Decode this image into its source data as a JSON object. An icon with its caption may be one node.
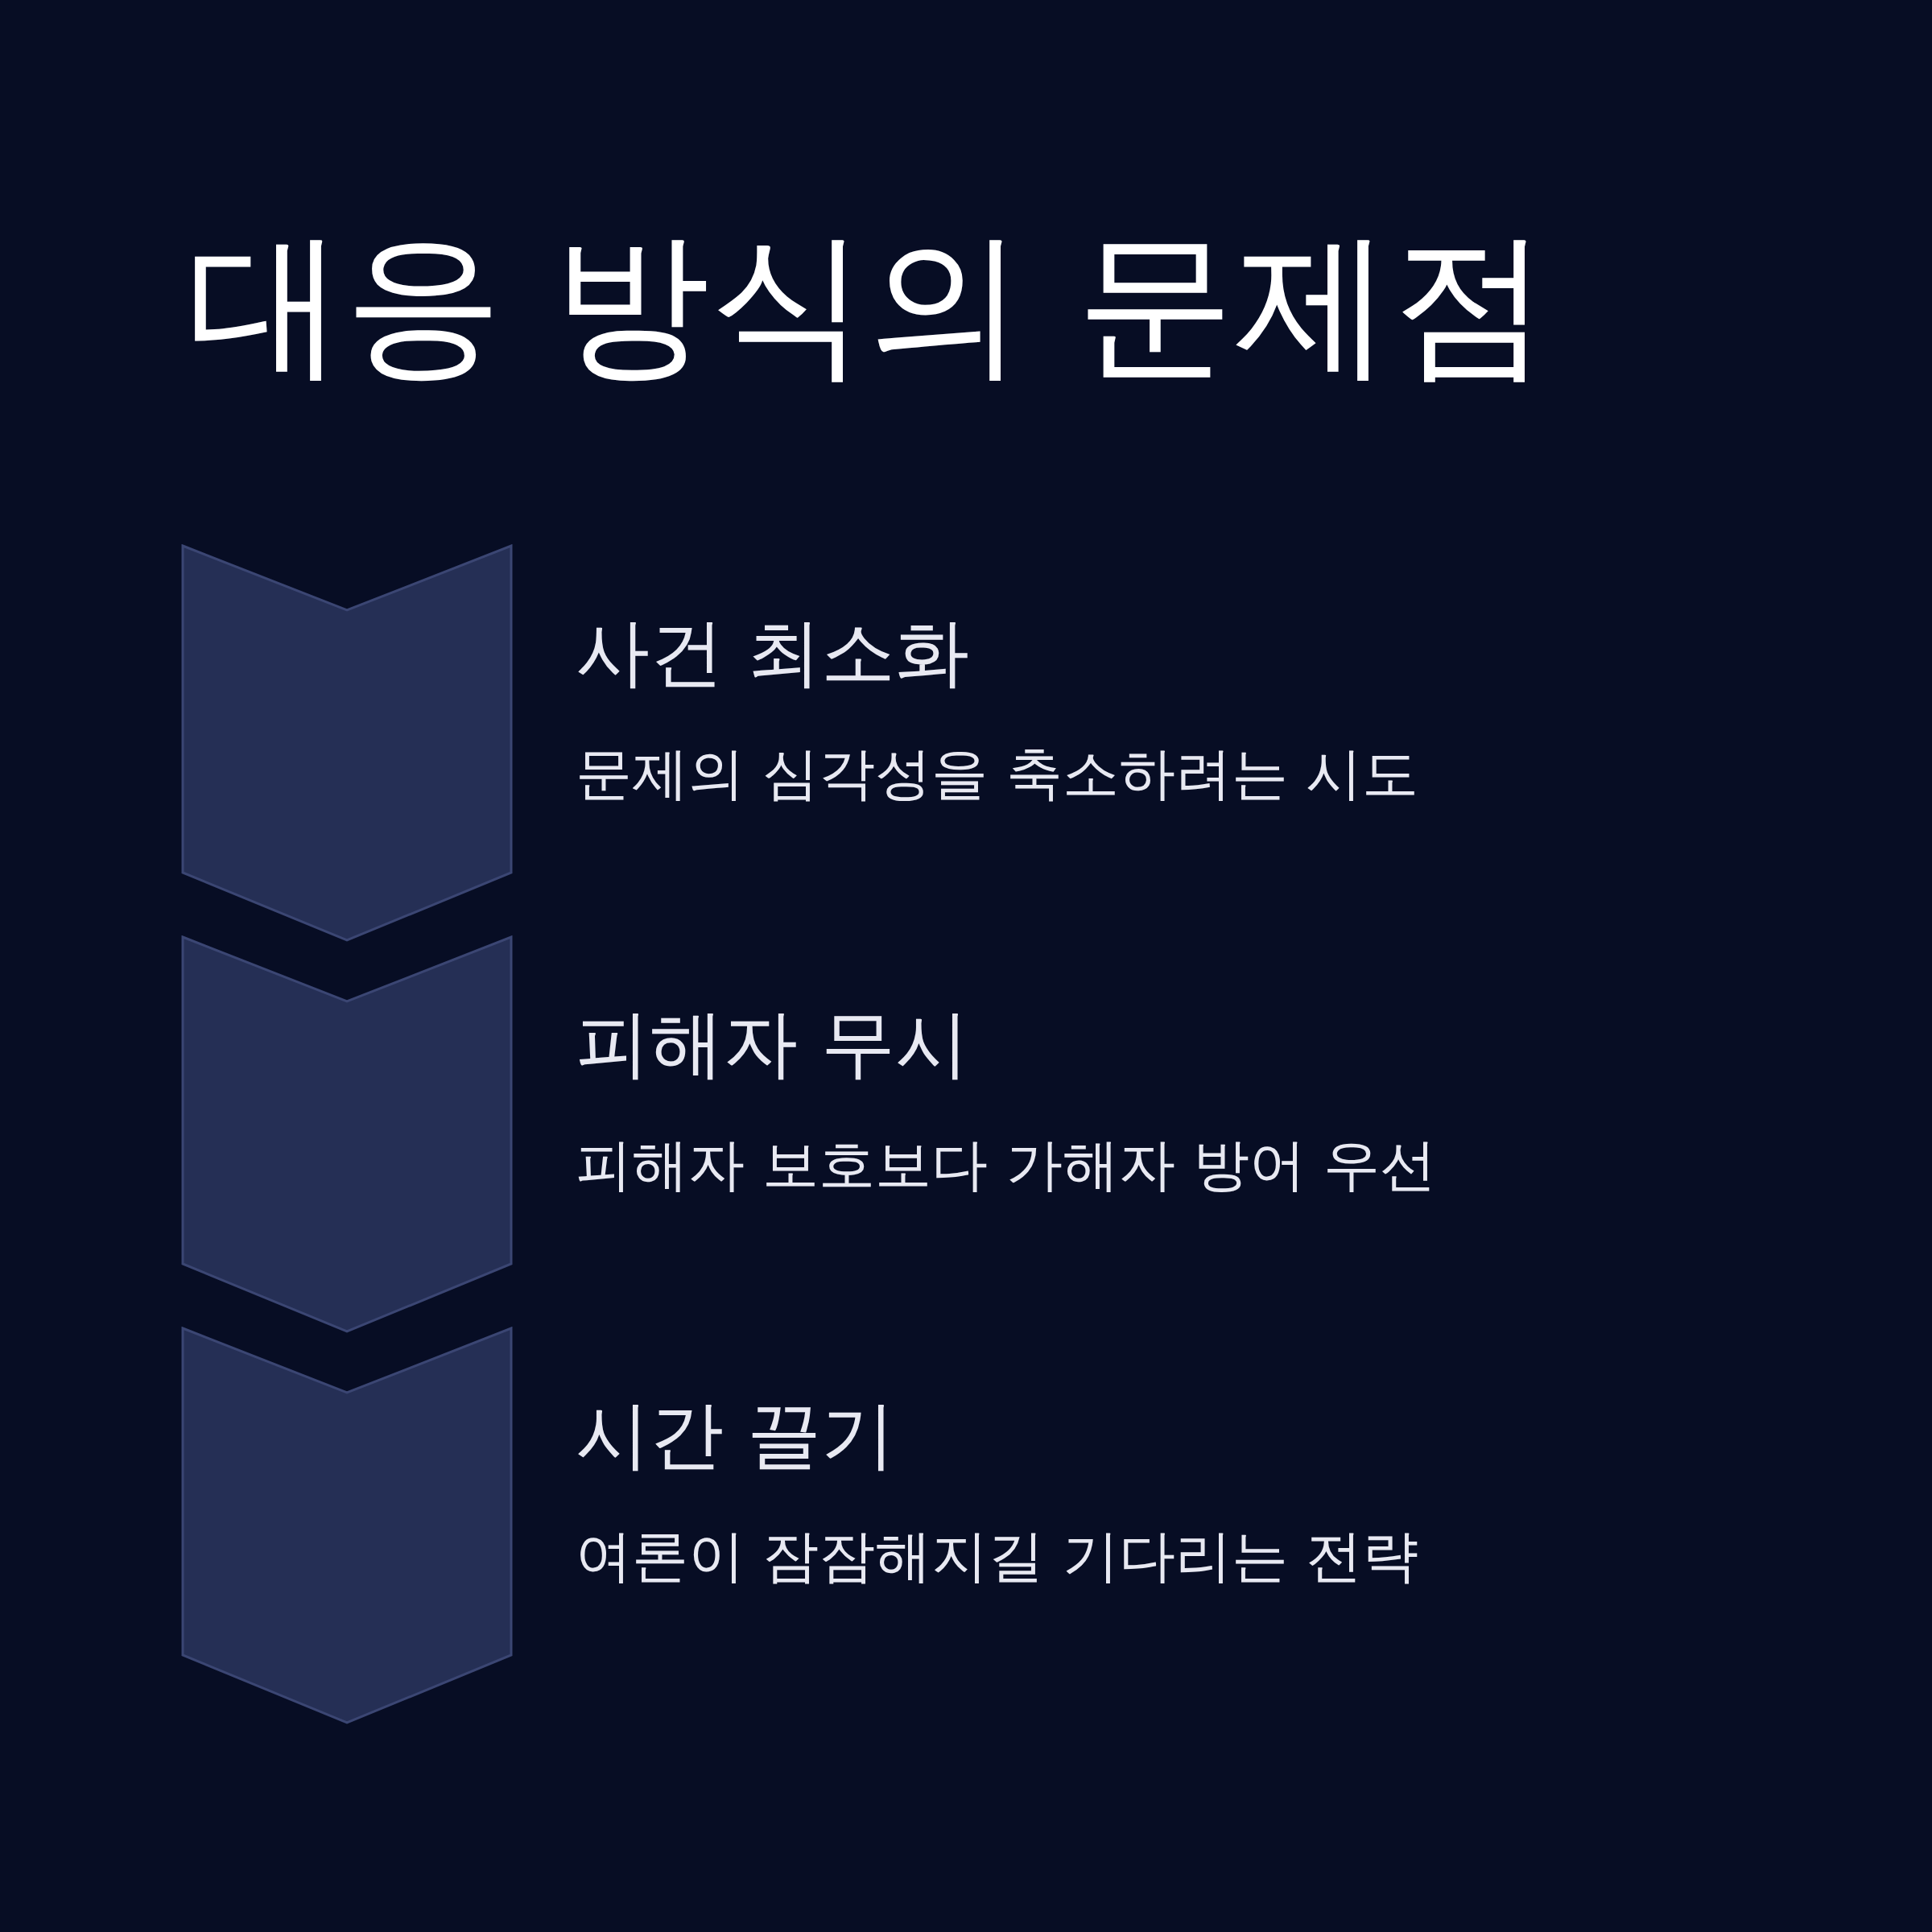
{
  "diagram": {
    "title": "대응 방식의 문제점",
    "nodes": [
      {
        "text": [
          "사건 최소화",
          "문제의 심각성을 축소하려는 시도"
        ]
      },
      {
        "text": [
          "피해자 무시",
          "피해자 보호보다 가해자 방어 우선"
        ]
      },
      {
        "text": [
          "시간 끌기",
          "여론이 잠잠해지길 기다리는 전략"
        ]
      }
    ]
  }
}
